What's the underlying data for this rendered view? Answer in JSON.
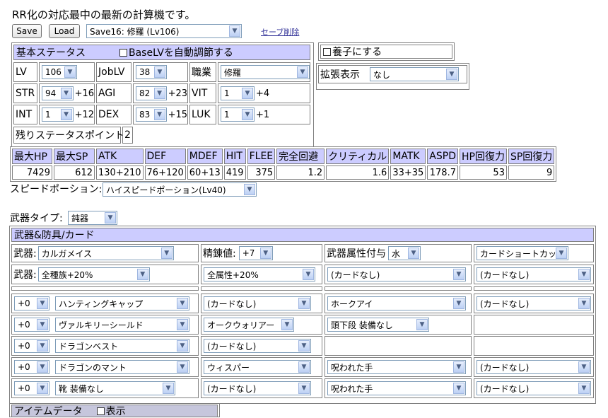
{
  "headline": "RR化の対応最中の最新の計算機です。",
  "toolbar": {
    "save_label": "Save",
    "load_label": "Load",
    "slot_value": "Save16: 修羅 (Lv106)",
    "delete_link": "セーブ削除"
  },
  "base_status": {
    "title": "基本ステータス",
    "auto_adjust_label": "BaseLVを自動調節する",
    "lv_label": "LV",
    "lv_value": "106",
    "joblv_label": "JobLV",
    "joblv_value": "38",
    "job_label": "職業",
    "job_value": "修羅",
    "str_label": "STR",
    "str_value": "94",
    "str_bonus": "+16",
    "agi_label": "AGI",
    "agi_value": "82",
    "agi_bonus": "+23",
    "vit_label": "VIT",
    "vit_value": "1",
    "vit_bonus": "+4",
    "int_label": "INT",
    "int_value": "1",
    "int_bonus": "+12",
    "dex_label": "DEX",
    "dex_value": "83",
    "dex_bonus": "+15",
    "luk_label": "LUK",
    "luk_value": "1",
    "luk_bonus": "+1",
    "remaining_label": "残りステータスポイント",
    "remaining_value": "2"
  },
  "adopt": {
    "label": "養子にする"
  },
  "extended": {
    "label": "拡張表示",
    "value": "なし"
  },
  "stats": {
    "headers": [
      "最大HP",
      "最大SP",
      "ATK",
      "DEF",
      "MDEF",
      "HIT",
      "FLEE",
      "完全回避",
      "クリティカル",
      "MATK",
      "ASPD",
      "HP回復力",
      "SP回復力"
    ],
    "values": [
      "7429",
      "612",
      "130+210",
      "76+120",
      "60+13",
      "419",
      "375",
      "1.2",
      "1.6",
      "33+35",
      "178.7",
      "53",
      "9"
    ]
  },
  "speed_potion": {
    "label": "スピードポーション:",
    "value": "ハイスピードポーション(Lv40)"
  },
  "weapon_type": {
    "label": "武器タイプ:",
    "value": "鈍器"
  },
  "equipment": {
    "title": "武器&防具/カード",
    "weapon_label": "武器:",
    "weapon_value": "カルガメイス",
    "refine_label": "精錬値:",
    "refine_value": "+7",
    "element_label": "武器属性付与",
    "element_value": "水",
    "card_shortcut": "カードショートカット",
    "weapon2_label": "武器:",
    "weapon2_value": "全種族+20%",
    "weapon2_card1": "全属性+20%",
    "weapon2_card2": "(カードなし)",
    "weapon2_card3": "(カードなし)",
    "rows": [
      {
        "refine": "+0",
        "item": "ハンティングキャップ",
        "card1": "(カードなし)",
        "card2": "ホークアイ",
        "card3": "(カードなし)"
      },
      {
        "refine": "+0",
        "item": "ヴァルキリーシールド",
        "card1": "オークウォリアー",
        "card2": "頭下段 装備なし",
        "card3": ""
      },
      {
        "refine": "+0",
        "item": "ドラゴンベスト",
        "card1": "(カードなし)",
        "card2": "",
        "card3": ""
      },
      {
        "refine": "+0",
        "item": "ドラゴンのマント",
        "card1": "ウィスパー",
        "card2": "呪われた手",
        "card3": "(カードなし)"
      },
      {
        "refine": "+0",
        "item": "靴 装備なし",
        "card1": "(カードなし)",
        "card2": "呪われた手",
        "card3": "(カードなし)"
      }
    ]
  },
  "item_data": {
    "title": "アイテムデータ",
    "show_label": "表示"
  }
}
